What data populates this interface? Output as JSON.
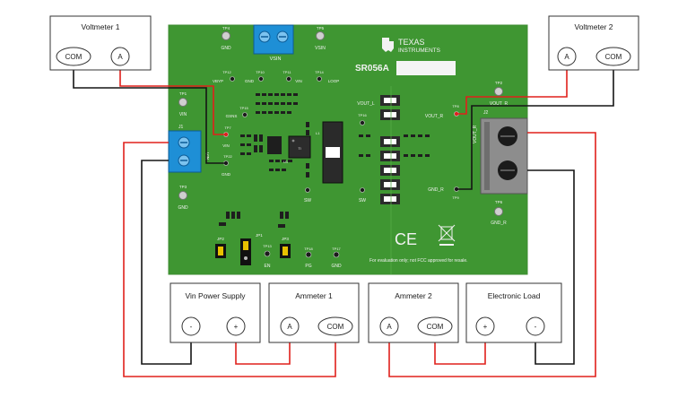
{
  "instruments": {
    "voltmeter1": {
      "title": "Voltmeter 1",
      "t1": "COM",
      "t2": "A"
    },
    "voltmeter2": {
      "title": "Voltmeter 2",
      "t1": "A",
      "t2": "COM"
    },
    "vin_supply": {
      "title": "Vin Power Supply",
      "t1": "-",
      "t2": "+"
    },
    "ammeter1": {
      "title": "Ammeter 1",
      "t1": "A",
      "t2": "COM"
    },
    "ammeter2": {
      "title": "Ammeter 2",
      "t1": "A",
      "t2": "COM"
    },
    "eload": {
      "title": "Electronic Load",
      "t1": "+",
      "t2": "-"
    }
  },
  "board": {
    "logo_line1": "TEXAS",
    "logo_line2": "INSTRUMENTS",
    "board_id": "SR056A",
    "disclaimer": "For evaluation only; not FCC approved for resale.",
    "ce_mark": "CE",
    "testpoints": {
      "tp4": "TP4",
      "gnd_tp4": "GND",
      "tp5": "TP5",
      "vsin_tp5": "VSIN",
      "vsin_j1": "VSIN",
      "tp12": "TP12",
      "vsyp": "VBYP",
      "tp10": "TP10",
      "gnd_tp10": "GND",
      "tp11": "TP11",
      "vin_tp11": "VIN",
      "tp14": "TP14",
      "loop": "LOOP",
      "tp1": "TP1",
      "vin_tp1": "VIN",
      "tp15": "TP15",
      "gsns": "GSNS",
      "tp7": "TP7",
      "vin_tp7": "VIN",
      "tp22": "TP22",
      "gnd_tp22": "GND",
      "tp3": "TP3",
      "gnd_tp3": "GND",
      "tp2": "TP2",
      "vout_r_tp2": "VOUT_R",
      "vout_l": "VOUT_L",
      "tp16": "TP16",
      "vout_r_tp8": "VOUT_R",
      "tp8": "TP8",
      "gnd_r_tp9": "GND_R",
      "tp9": "TP9",
      "vout_r_j2": "VOUT_R",
      "tp6": "TP6",
      "gnd_r_tp6": "GND_R",
      "sw1": "SW",
      "sw2": "SW",
      "tp13": "TP13",
      "en": "EN",
      "tp18": "TP18",
      "pg": "PG",
      "tp17": "TP17",
      "gnd_tp17": "GND",
      "j1": "J1",
      "vin_j1": "VIN",
      "j2": "J2",
      "jp1": "JP1",
      "jp2": "JP2",
      "jp3": "JP3",
      "u1": "U1",
      "l1": "L1"
    }
  },
  "colors": {
    "board": "#3f9632",
    "wire_red": "#e0201b",
    "wire_black": "#151515",
    "terminal_blue": "#1e8fd6"
  }
}
